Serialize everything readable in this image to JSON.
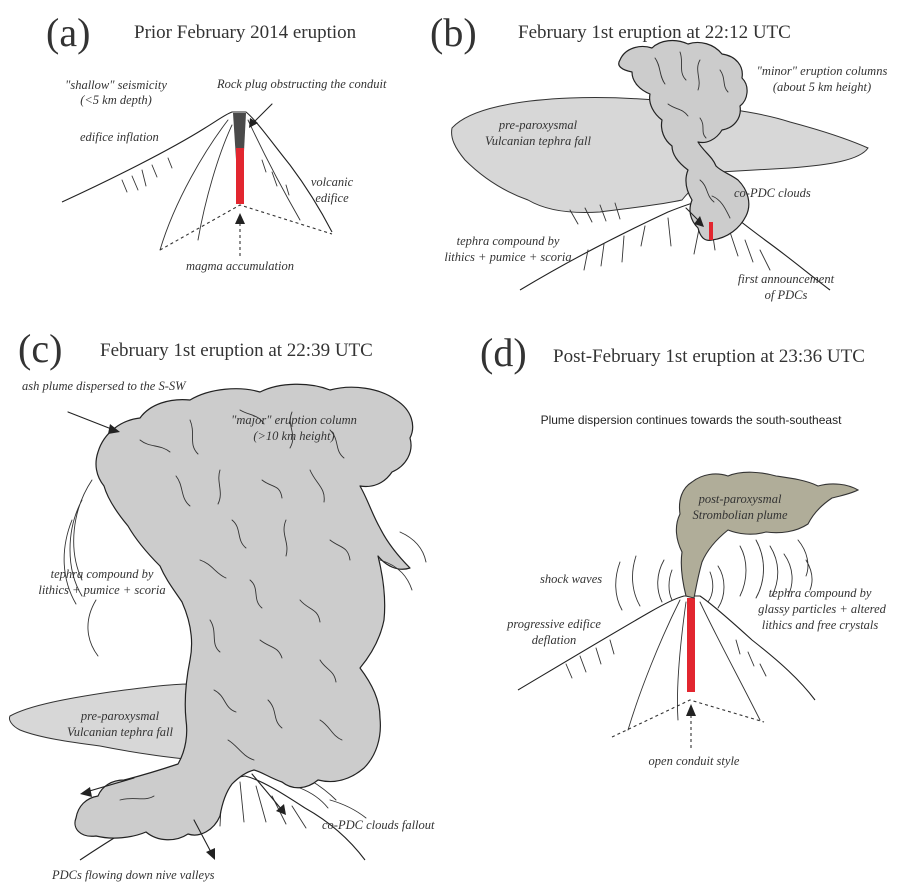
{
  "panel_a": {
    "letter": "(a)",
    "title": "Prior February 2014 eruption",
    "label_seismicity_1": "\"shallow\" seismicity",
    "label_seismicity_2": "(<5 km depth)",
    "label_plug": "Rock plug obstructing the conduit",
    "label_inflation": "edifice inflation",
    "label_edifice_1": "volcanic",
    "label_edifice_2": "edifice",
    "label_magma": "magma accumulation"
  },
  "panel_b": {
    "letter": "(b)",
    "title": "February 1st eruption at 22:12 UTC",
    "label_minor_1": "\"minor\" eruption columns",
    "label_minor_2": "(about 5 km height)",
    "label_fall_1": "pre-paroxysmal",
    "label_fall_2": "Vulcanian tephra fall",
    "label_copdc": "co-PDC clouds",
    "label_tephra_1": "tephra compound by",
    "label_tephra_2": "lithics + pumice + scoria",
    "label_pdc_1": "first announcement",
    "label_pdc_2": "of PDCs"
  },
  "panel_c": {
    "letter": "(c)",
    "title": "February 1st eruption at 22:39 UTC",
    "label_plume": "ash plume dispersed to the S-SW",
    "label_major_1": "\"major\" eruption column",
    "label_major_2": "(>10 km height)",
    "label_tephra_1": "tephra compound by",
    "label_tephra_2": "lithics + pumice + scoria",
    "label_fall_1": "pre-paroxysmal",
    "label_fall_2": "Vulcanian tephra fall",
    "label_copdc": "co-PDC clouds fallout",
    "label_pdcs": "PDCs flowing down nive valleys"
  },
  "panel_d": {
    "letter": "(d)",
    "title": "Post-February 1st eruption at 23:36 UTC",
    "caption": "Plume dispersion continues towards the south-southeast",
    "label_plume_1": "post-paroxysmal",
    "label_plume_2": "Strombolian plume",
    "label_shock": "shock waves",
    "label_deflation_1": "progressive edifice",
    "label_deflation_2": "deflation",
    "label_tephra_1": "tephra compound by",
    "label_tephra_2": "glassy particles + altered",
    "label_tephra_3": "lithics and free crystals",
    "label_conduit": "open conduit style"
  },
  "colors": {
    "magma": "#e2262f",
    "ash_cloud": "#cccccc",
    "tephra_fall": "#d7d7d7",
    "strombolian_plume": "#b0ad99"
  }
}
